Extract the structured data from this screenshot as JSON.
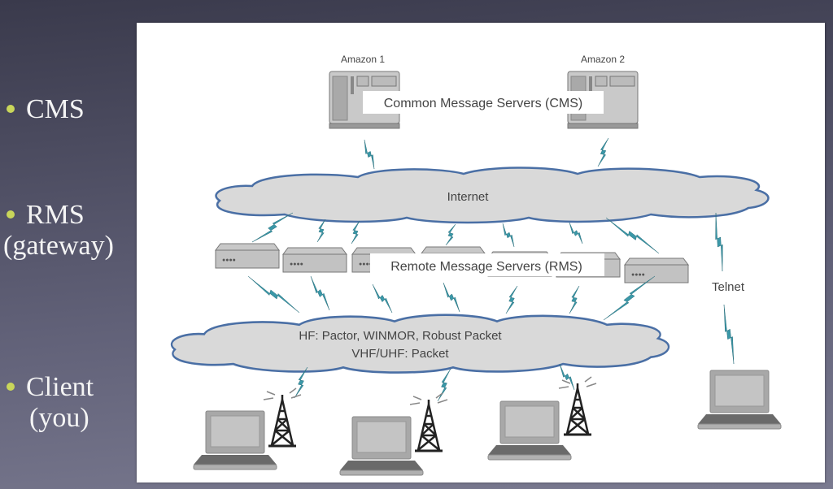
{
  "bullets": [
    {
      "label": "CMS",
      "sub": ""
    },
    {
      "label": "RMS",
      "sub": "(gateway)"
    },
    {
      "label": "Client",
      "sub": "(you)"
    }
  ],
  "diagram": {
    "cms_servers": [
      {
        "label": "Amazon 1"
      },
      {
        "label": "Amazon 2"
      }
    ],
    "cms_caption": "Common Message Servers (CMS)",
    "internet_label": "Internet",
    "rms_caption": "Remote Message Servers (RMS)",
    "rms_count": 7,
    "radio_cloud_line1": "HF:  Pactor, WINMOR, Robust Packet",
    "radio_cloud_line2": "VHF/UHF:  Packet",
    "telnet_label": "Telnet",
    "clients": [
      {
        "type": "radio",
        "has_tower": true
      },
      {
        "type": "radio",
        "has_tower": true
      },
      {
        "type": "radio",
        "has_tower": true
      },
      {
        "type": "telnet",
        "has_tower": false
      }
    ]
  },
  "colors": {
    "bullet_dot": "#c9d65a",
    "cloud_fill": "#d9d9d9",
    "cloud_stroke": "#4a6fa5",
    "lightning": "#3b98a8",
    "device_gray": "#bdbdbd"
  }
}
